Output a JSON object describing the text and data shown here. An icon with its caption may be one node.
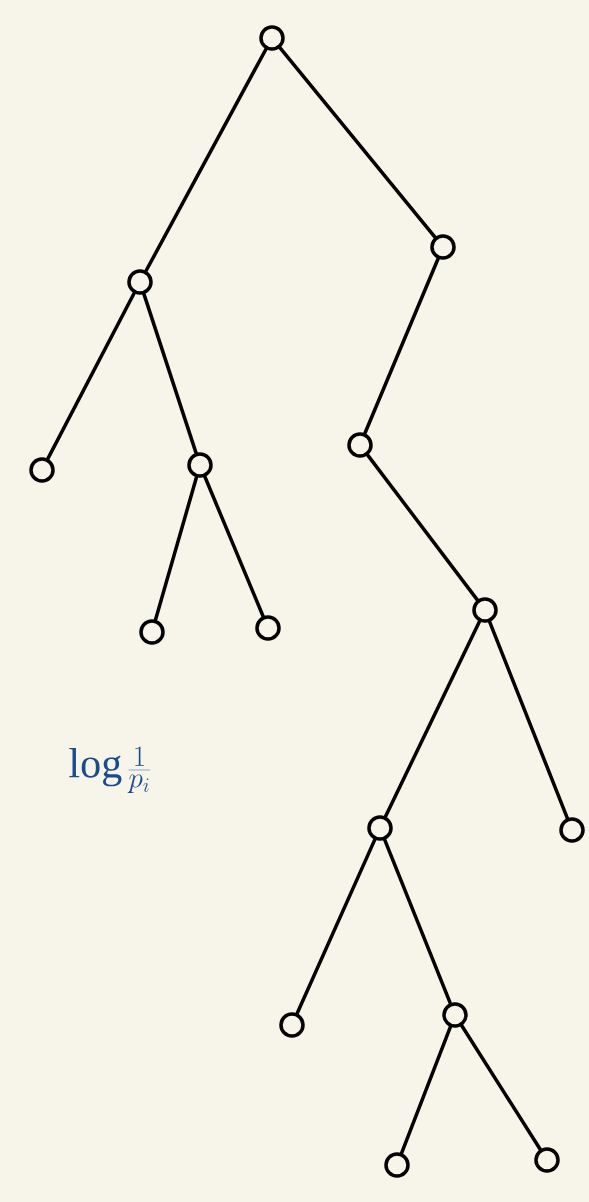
{
  "diagram": {
    "nodes": [
      {
        "text": [],
        "shape": "circle"
      },
      {
        "text": [],
        "shape": "circle"
      },
      {
        "text": [],
        "shape": "circle"
      },
      {
        "text": [],
        "shape": "circle"
      },
      {
        "text": [],
        "shape": "circle"
      },
      {
        "text": [],
        "shape": "circle"
      },
      {
        "text": [],
        "shape": "circle"
      },
      {
        "text": [],
        "shape": "circle"
      },
      {
        "text": [],
        "shape": "circle"
      },
      {
        "text": [],
        "shape": "circle"
      },
      {
        "text": [],
        "shape": "circle"
      },
      {
        "text": [],
        "shape": "circle"
      },
      {
        "text": [],
        "shape": "circle"
      },
      {
        "text": [],
        "shape": "circle"
      },
      {
        "text": [],
        "shape": "circle"
      }
    ],
    "edges": [
      {
        "from": 0,
        "to": 1,
        "arrow": "none"
      },
      {
        "from": 0,
        "to": 2,
        "arrow": "none"
      },
      {
        "from": 1,
        "to": 3,
        "arrow": "none"
      },
      {
        "from": 1,
        "to": 4,
        "arrow": "none"
      },
      {
        "from": 4,
        "to": 5,
        "arrow": "none"
      },
      {
        "from": 4,
        "to": 6,
        "arrow": "none"
      },
      {
        "from": 2,
        "to": 7,
        "arrow": "none"
      },
      {
        "from": 7,
        "to": 8,
        "arrow": "none"
      },
      {
        "from": 8,
        "to": 9,
        "arrow": "none"
      },
      {
        "from": 8,
        "to": 10,
        "arrow": "none"
      },
      {
        "from": 9,
        "to": 11,
        "arrow": "none"
      },
      {
        "from": 9,
        "to": 12,
        "arrow": "none"
      },
      {
        "from": 12,
        "to": 13,
        "arrow": "none"
      },
      {
        "from": 12,
        "to": 14,
        "arrow": "none"
      }
    ],
    "labels": [
      "\\log \\frac{1}{p_i}"
    ]
  }
}
